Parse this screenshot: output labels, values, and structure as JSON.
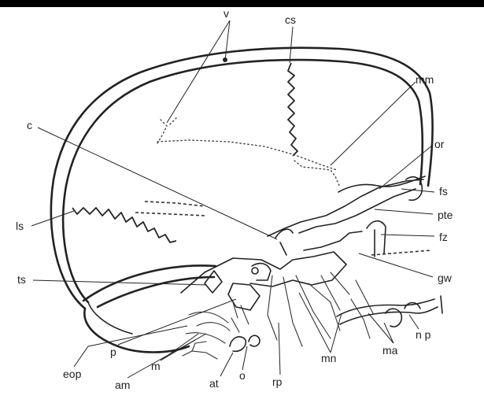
{
  "labels": {
    "v": "v",
    "cs": "cs",
    "mm": "mm",
    "c": "c",
    "or": "or",
    "fs": "fs",
    "ls": "ls",
    "pte": "pte",
    "fz": "fz",
    "ts": "ts",
    "gw": "gw",
    "eop": "eop",
    "np": "n p",
    "ma": "ma",
    "p": "p",
    "m": "m",
    "mn": "mn",
    "am": "am",
    "at": "at",
    "o": "o",
    "rp": "rp"
  }
}
